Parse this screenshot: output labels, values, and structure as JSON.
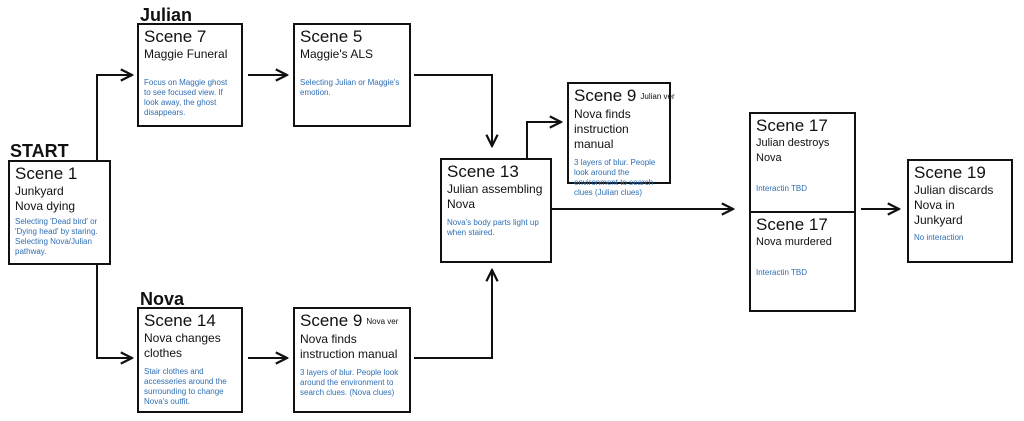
{
  "labels": {
    "start": "START",
    "julian": "Julian",
    "nova": "Nova"
  },
  "scenes": {
    "s1": {
      "scene": "Scene 1",
      "ver": "",
      "title": "Junkyard\nNova dying",
      "desc": "Selecting 'Dead bird' or 'Dying head' by staring. Selecting Nova/Julian pathway."
    },
    "s7": {
      "scene": "Scene 7",
      "ver": "",
      "title": "Maggie Funeral",
      "desc": "Focus on Maggie ghost to see focused view. If look away, the ghost disappears."
    },
    "s5": {
      "scene": "Scene 5",
      "ver": "",
      "title": "Maggie's ALS",
      "desc": "Selecting Julian or Maggie's emotion."
    },
    "s14": {
      "scene": "Scene 14",
      "ver": "",
      "title": "Nova changes clothes",
      "desc": "Stair clothes and accesseries around the surrounding to change Nova's outfit."
    },
    "s9n": {
      "scene": "Scene 9",
      "ver": "Nova ver",
      "title": "Nova finds instruction manual",
      "desc": "3 layers of blur. People look around the environment to search clues. (Nova clues)"
    },
    "s13": {
      "scene": "Scene 13",
      "ver": "",
      "title": "Julian assembling Nova",
      "desc": "Nova's body parts light up when staired."
    },
    "s9j": {
      "scene": "Scene 9",
      "ver": "Julian ver",
      "title": "Nova finds instruction manual",
      "desc": "3 layers of blur. People look around the environment to search clues (Julian clues)"
    },
    "s17a": {
      "scene": "Scene 17",
      "ver": "",
      "title": "Julian destroys Nova",
      "desc": "Interactin TBD"
    },
    "s17b": {
      "scene": "Scene 17",
      "ver": "",
      "title": "Nova murdered",
      "desc": "Interactin TBD"
    },
    "s19": {
      "scene": "Scene 19",
      "ver": "",
      "title": "Julian discards Nova in Junkyard",
      "desc": "No interaction"
    }
  }
}
